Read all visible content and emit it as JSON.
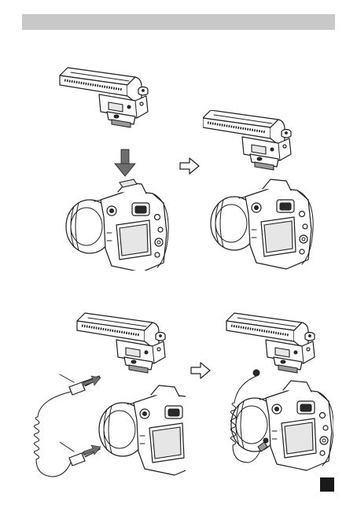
{
  "header": {
    "title": ""
  },
  "figures": [
    {
      "id": "step1-attach",
      "icon": "microphone-above-camera-icon"
    },
    {
      "id": "step1-result",
      "icon": "microphone-mounted-on-camera-icon"
    },
    {
      "id": "step2-cable",
      "icon": "microphone-cable-connect-icon"
    },
    {
      "id": "step2-result",
      "icon": "microphone-cable-connected-icon"
    }
  ],
  "arrows": {
    "down": "down-arrow-icon",
    "right": "right-arrow-icon"
  },
  "colors": {
    "header_bar": "#c8c8c8",
    "line": "#1e1e1e",
    "arrow_fill": "#6e6e6e",
    "page_marker": "#1a1a1a"
  }
}
